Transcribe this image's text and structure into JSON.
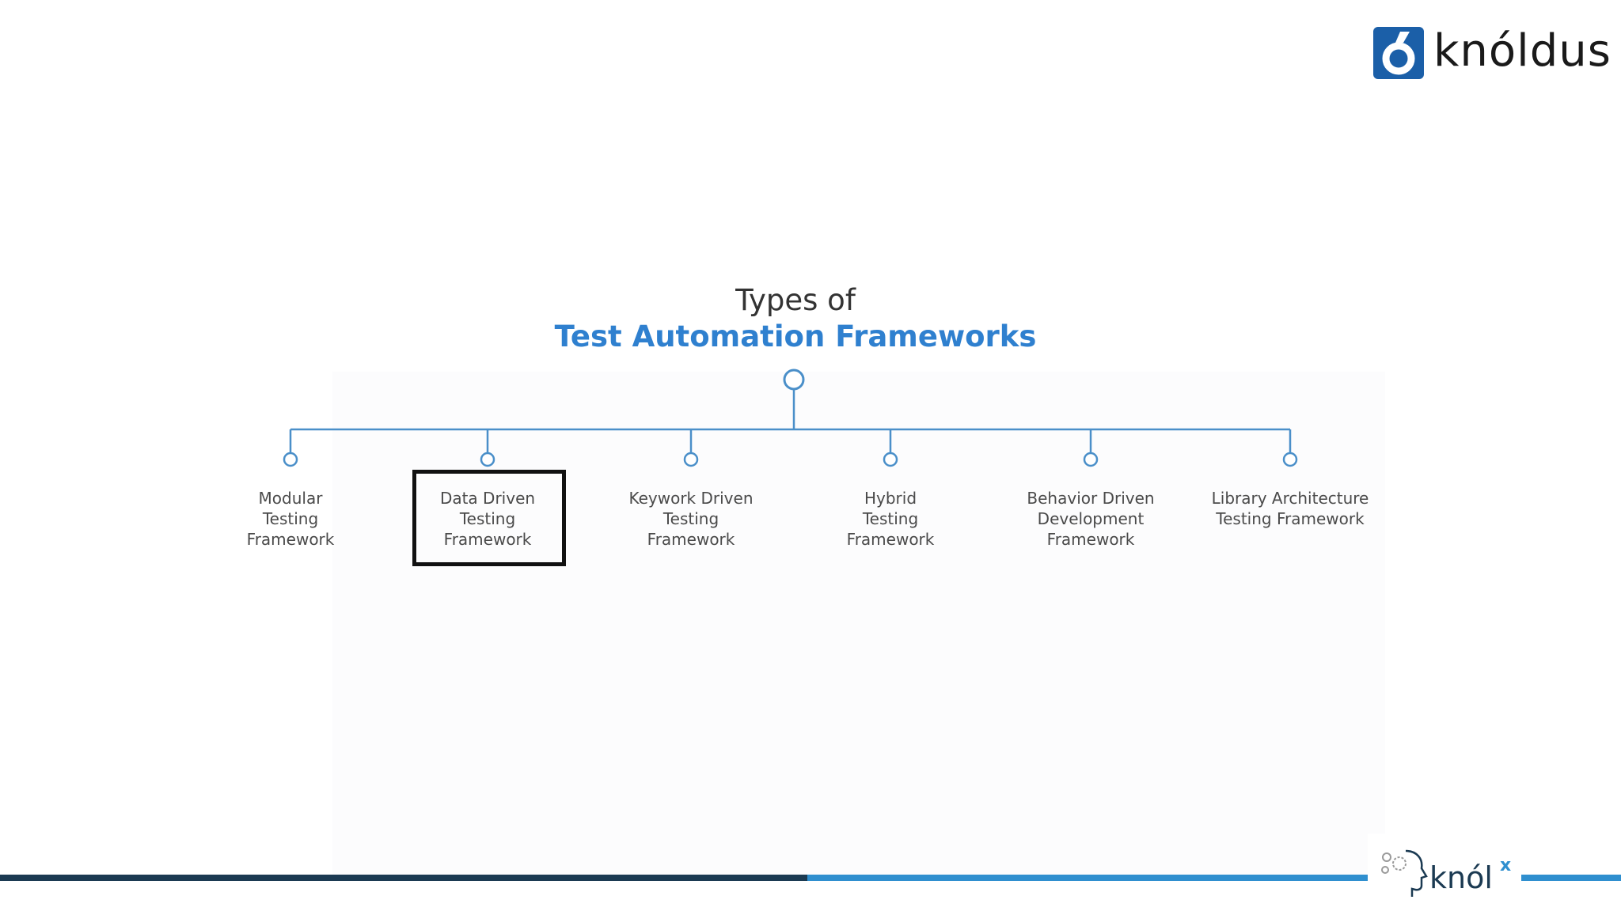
{
  "brand": {
    "logo_text": "knóldus",
    "footer_logo_text": "knól",
    "footer_logo_sup": "x"
  },
  "title": {
    "line1": "Types of",
    "line2": "Test Automation Frameworks"
  },
  "frameworks": [
    {
      "lines": [
        "Modular",
        "Testing",
        "Framework"
      ],
      "highlighted": false
    },
    {
      "lines": [
        "Data Driven",
        "Testing",
        "Framework"
      ],
      "highlighted": true
    },
    {
      "lines": [
        "Keywork Driven",
        "Testing",
        "Framework"
      ],
      "highlighted": false
    },
    {
      "lines": [
        "Hybrid",
        "Testing",
        "Framework"
      ],
      "highlighted": false
    },
    {
      "lines": [
        "Behavior Driven",
        "Development",
        "Framework"
      ],
      "highlighted": false
    },
    {
      "lines": [
        "Library Architecture",
        "Testing Framework"
      ],
      "highlighted": false
    }
  ],
  "colors": {
    "accent": "#2f80cf",
    "tree_line": "#4a8fc9",
    "footer_dark": "#1b3a52",
    "footer_light": "#2f8fcf"
  }
}
